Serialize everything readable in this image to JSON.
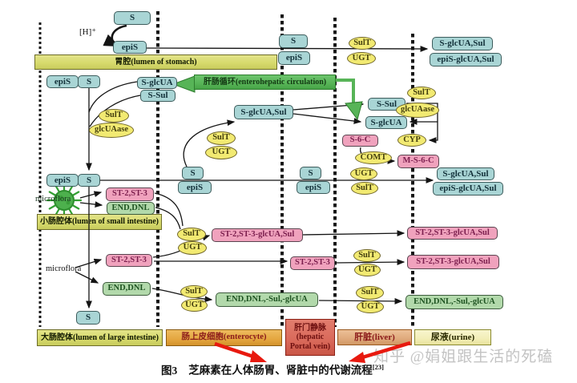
{
  "figure": {
    "caption_label": "图3",
    "caption_text": "芝麻素在人体肠胃、肾脏中的代谢流程",
    "caption_citation": "[23]",
    "watermark": "知乎 @娟姐跟生活的死磕"
  },
  "labels": {
    "hydrogen": "[H]⁺",
    "microflora_small_intestine": "microflora",
    "microflora_large_intestine": "microflora"
  },
  "colors": {
    "metabolite_box": "#a9d5d5",
    "lignan_box": "#f0a2bd",
    "enterolignan_box": "#b2d9ab",
    "enzyme_ellipse": "#f2ea72",
    "lumen_bar": "#d7da6d",
    "circulation_bar": "#57b457",
    "enterocyte_bar": "#e4a63f",
    "portal_vein_box": "#d9695a",
    "liver_bar": "#dfa97c",
    "urine_bar": "#f2eeb7",
    "annotation_arrow": "#e8190f"
  },
  "compartments": [
    {
      "label": "胃腔(lumen of stomach)"
    },
    {
      "label": "肝肠循环(enterohepatic circulation)"
    },
    {
      "label": "小肠腔体(lumen of small intestine)"
    },
    {
      "label": "大肠腔体(lumen of large intestine)"
    },
    {
      "label": "肠上皮细胞(enterocyte)"
    },
    {
      "label": "肝脏(liver)"
    },
    {
      "label": "尿液(urine)"
    }
  ],
  "portal_vein": {
    "line1": "肝门静脉",
    "line2": "(hepatic",
    "line3": "Portal vein)"
  },
  "nodes": [
    {
      "label": "S"
    },
    {
      "label": "epiS"
    },
    {
      "label": "S"
    },
    {
      "label": "epiS"
    },
    {
      "label": "S-glcUA,Sul"
    },
    {
      "label": "epiS-glcUA,Sul"
    },
    {
      "label": "epiS"
    },
    {
      "label": "S"
    },
    {
      "label": "S-glcUA"
    },
    {
      "label": "S-Sul"
    },
    {
      "label": "S-glcUA,Sul"
    },
    {
      "label": "S-Sul"
    },
    {
      "label": "S-glcUA"
    },
    {
      "label": "epiS"
    },
    {
      "label": "S"
    },
    {
      "label": "S"
    },
    {
      "label": "epiS"
    },
    {
      "label": "S"
    },
    {
      "label": "epiS"
    },
    {
      "label": "S-glcUA,Sul"
    },
    {
      "label": "epiS-glcUA,Sul"
    },
    {
      "label": "S"
    },
    {
      "label": "ST-2,ST-3"
    },
    {
      "label": "END,DNL"
    },
    {
      "label": "ST-2,ST-3-glcUA,Sul"
    },
    {
      "label": "ST-2,ST-3-glcUA,Sul"
    },
    {
      "label": "ST-2,ST-3"
    },
    {
      "label": "ST-2,ST-3"
    },
    {
      "label": "ST-2,ST-3-glcUA,Sul"
    },
    {
      "label": "END,DNL"
    },
    {
      "label": "END,DNL,-Sul,-glcUA"
    },
    {
      "label": "END,DNL,-Sul,-glcUA"
    },
    {
      "label": "S-6-C"
    },
    {
      "label": "M-S-6-C"
    },
    {
      "label": "SulT"
    },
    {
      "label": "UGT"
    },
    {
      "label": "SulT"
    },
    {
      "label": "glcUAase"
    },
    {
      "label": "SulT"
    },
    {
      "label": "UGT"
    },
    {
      "label": "SulT"
    },
    {
      "label": "glcUAase"
    },
    {
      "label": "CYP"
    },
    {
      "label": "COMT"
    },
    {
      "label": "UGT"
    },
    {
      "label": "SulT"
    },
    {
      "label": "SulT"
    },
    {
      "label": "UGT"
    },
    {
      "label": "SulT"
    },
    {
      "label": "UGT"
    },
    {
      "label": "SulT"
    },
    {
      "label": "UGT"
    },
    {
      "label": "SulT"
    },
    {
      "label": "UGT"
    }
  ]
}
